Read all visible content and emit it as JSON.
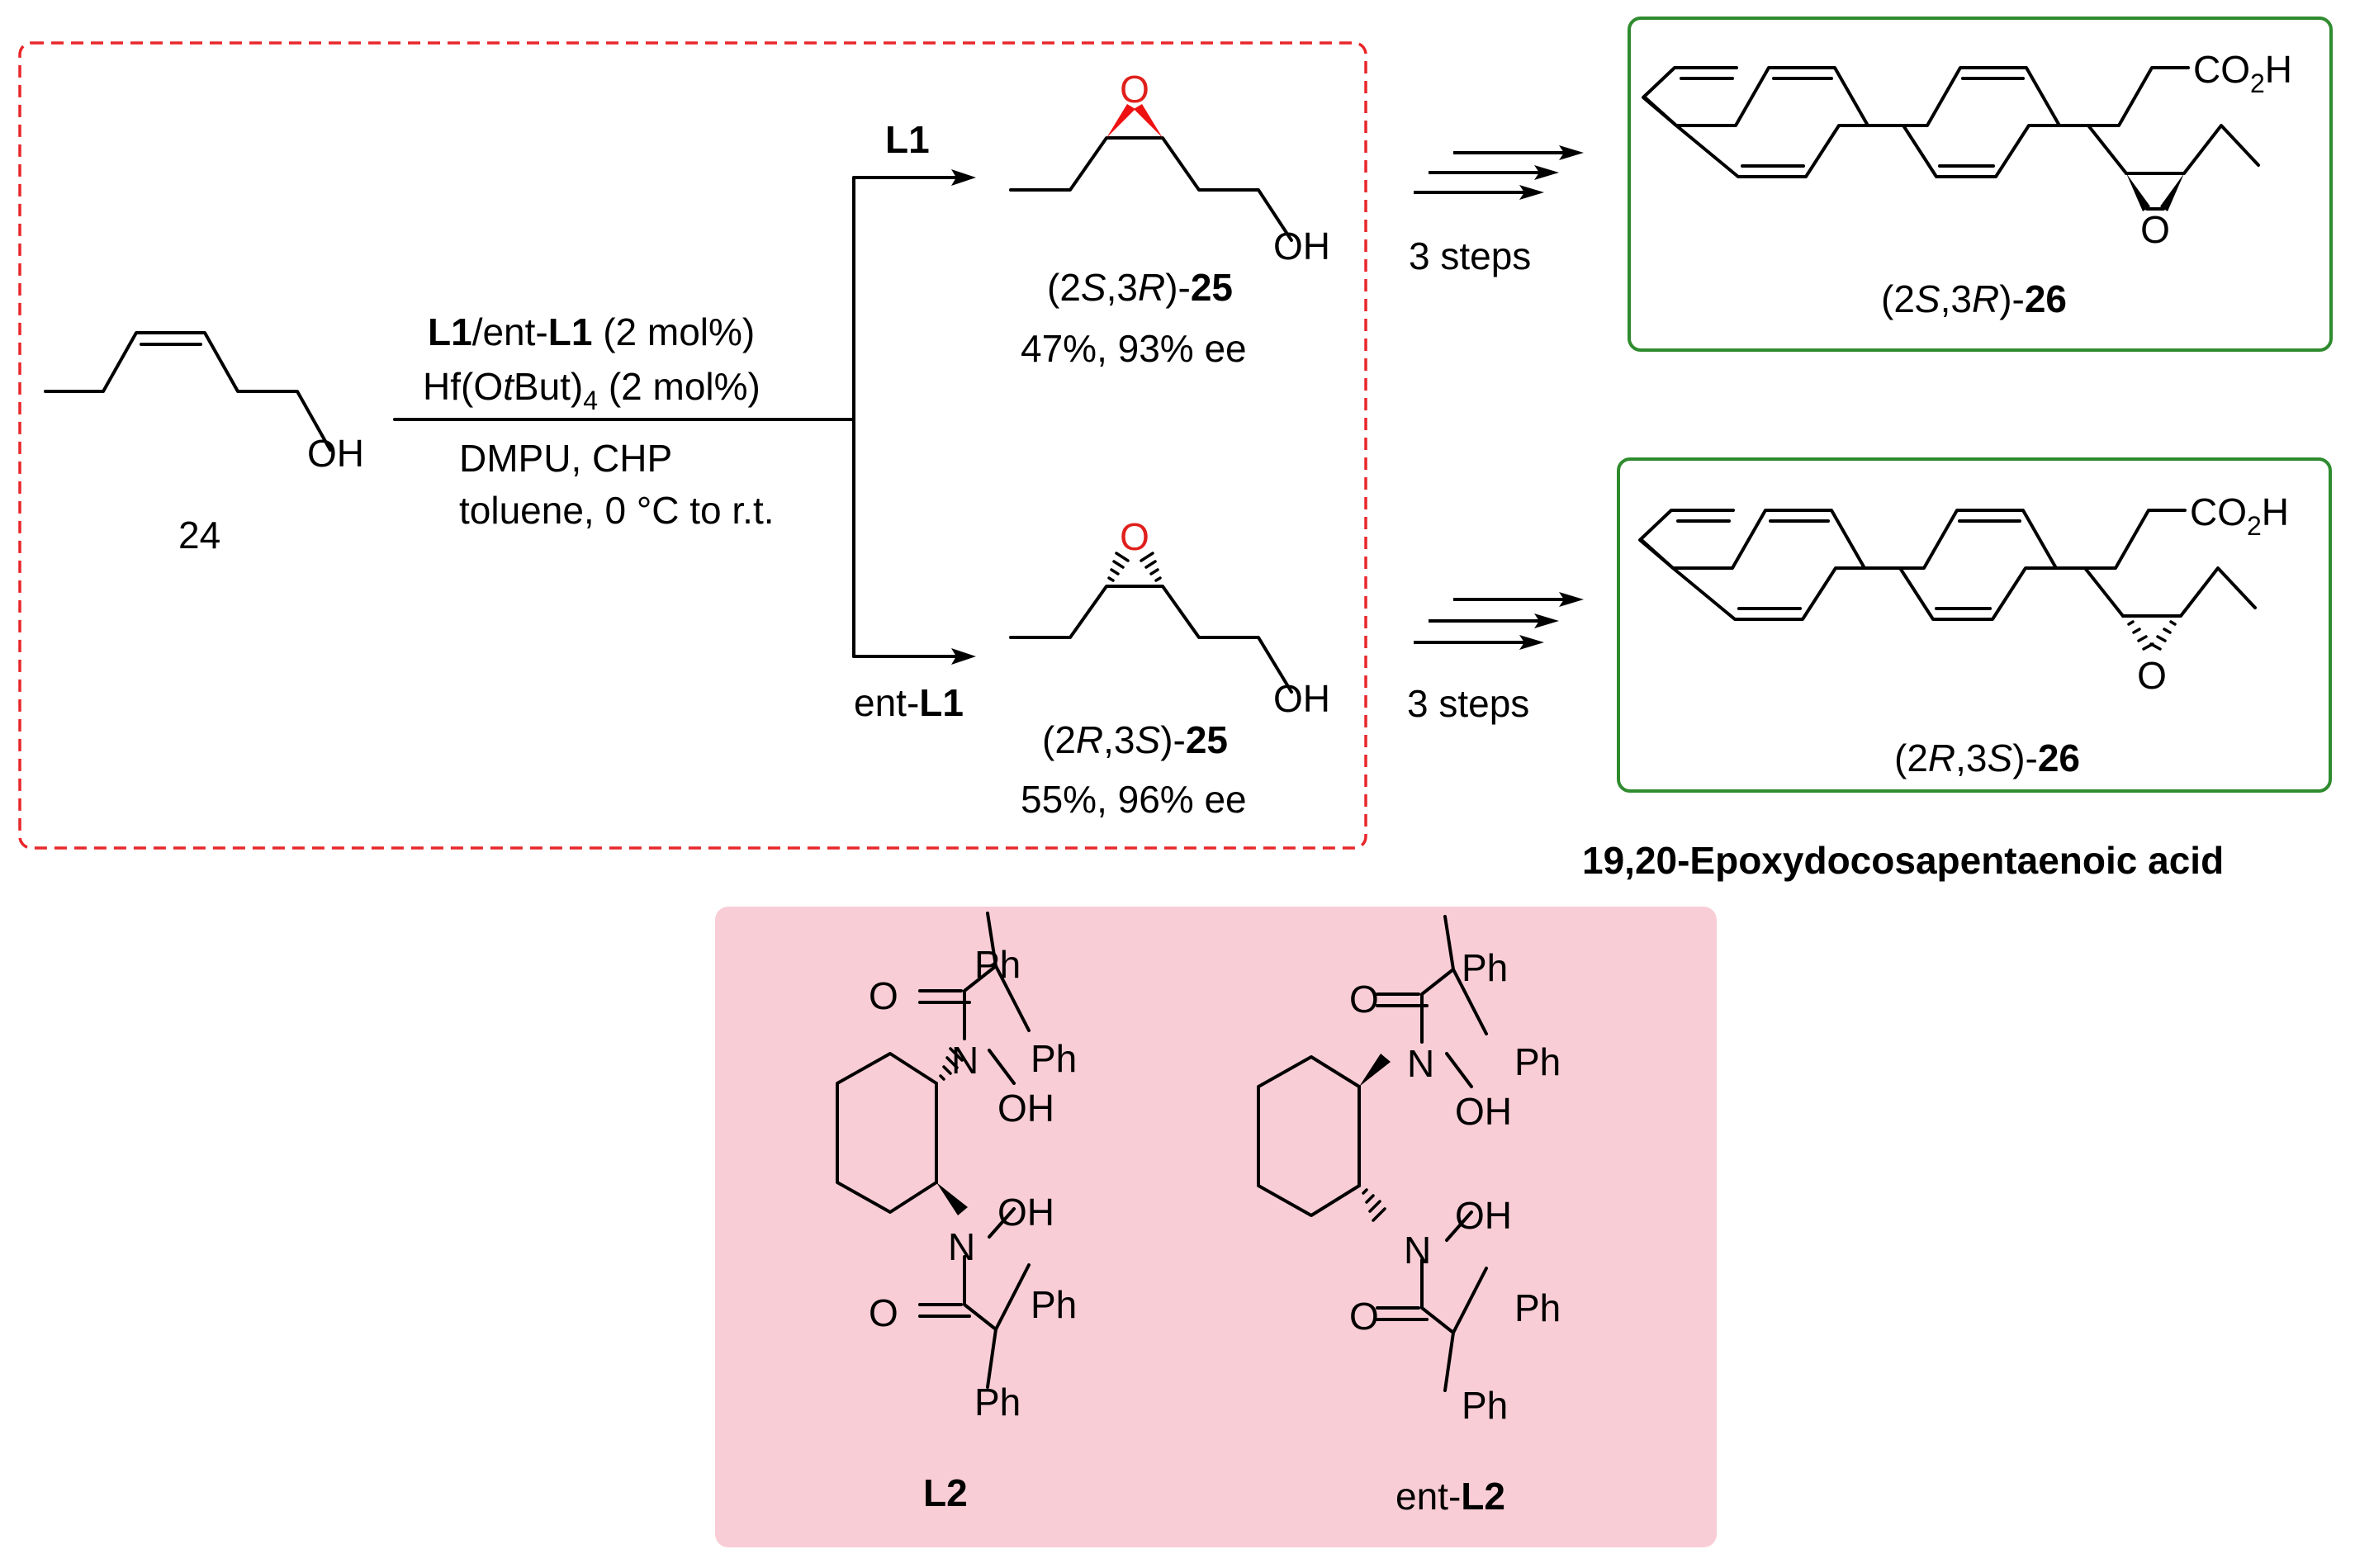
{
  "substrate": {
    "atom_oh": "OH",
    "number": "24"
  },
  "conditions": {
    "line1": {
      "a": "L1",
      "b": "/ent-",
      "c": "L1",
      "d": " (2 mol%)"
    },
    "line2": {
      "a": "Hf(O",
      "b": "t",
      "c": "But)",
      "d": "4",
      "e": " (2 mol%)"
    },
    "line3": "DMPU, CHP",
    "line4": "toluene, 0 °C to r.t."
  },
  "upper_branch": {
    "ligand": "L1",
    "atom_o": "O",
    "atom_oh": "OH",
    "label": {
      "a": "(2",
      "b": "S",
      "c": ",3",
      "d": "R",
      "e": ")-",
      "f": "25"
    },
    "result": "47%, 93% ee",
    "steps": "3 steps",
    "product": {
      "atom_co2h": {
        "a": "CO",
        "b": "2",
        "c": "H"
      },
      "atom_o": "O",
      "label": {
        "a": "(2",
        "b": "S",
        "c": ",3",
        "d": "R",
        "e": ")-",
        "f": "26"
      }
    }
  },
  "lower_branch": {
    "ligand": {
      "a": "ent-",
      "b": "L1"
    },
    "atom_o": "O",
    "atom_oh": "OH",
    "label": {
      "a": "(2",
      "b": "R",
      "c": ",3",
      "d": "S",
      "e": ")-",
      "f": "25"
    },
    "result": "55%, 96% ee",
    "steps": "3 steps",
    "product": {
      "atom_co2h": {
        "a": "CO",
        "b": "2",
        "c": "H"
      },
      "atom_o": "O",
      "label": {
        "a": "(2",
        "b": "R",
        "c": ",3",
        "d": "S",
        "e": ")-",
        "f": "26"
      }
    }
  },
  "product_name": "19,20-Epoxydocosapentaenoic acid",
  "ligands": {
    "L2": {
      "ph_top1": "Ph",
      "ph_top2": "Ph",
      "o_top": "O",
      "n_top": "N",
      "oh_top": "OH",
      "oh_bot": "OH",
      "n_bot": "N",
      "o_bot": "O",
      "ph_bot1": "Ph",
      "ph_bot2": "Ph",
      "label": "L2"
    },
    "entL2": {
      "ph_top1": "Ph",
      "ph_top2": "Ph",
      "o_top": "O",
      "n_top": "N",
      "oh_top": "OH",
      "oh_bot": "OH",
      "n_bot": "N",
      "o_bot": "O",
      "ph_bot1": "Ph",
      "ph_bot2": "Ph",
      "label": {
        "a": "ent-",
        "b": "L2"
      }
    }
  },
  "colors": {
    "dashed_box": "#e8262a",
    "product_box": "#2e8b2e",
    "ligand_panel": "#f9cdd5",
    "epoxide_oxygen": "#e0201c",
    "wedge_red": "#ee1111"
  }
}
